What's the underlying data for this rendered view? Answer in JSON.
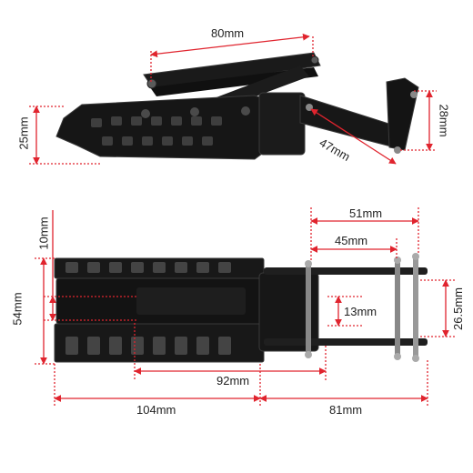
{
  "colors": {
    "dimension": "#e0242e",
    "part": "#151515",
    "part_edge": "#3a3a3a",
    "highlight": "#5a5a5a",
    "text": "#222222"
  },
  "top_view": {
    "length_label": "80mm",
    "height_label": "25mm",
    "right_height_label": "28mm",
    "diagonal_label": "47mm"
  },
  "bottom_view": {
    "width_51_label": "51mm",
    "width_45_label": "45mm",
    "gap_10_label": "10mm",
    "height_54_label": "54mm",
    "gap_13_label": "13mm",
    "height_26_5_label": "26.5mm",
    "length_92_label": "92mm",
    "length_104_label": "104mm",
    "length_81_label": "81mm"
  }
}
